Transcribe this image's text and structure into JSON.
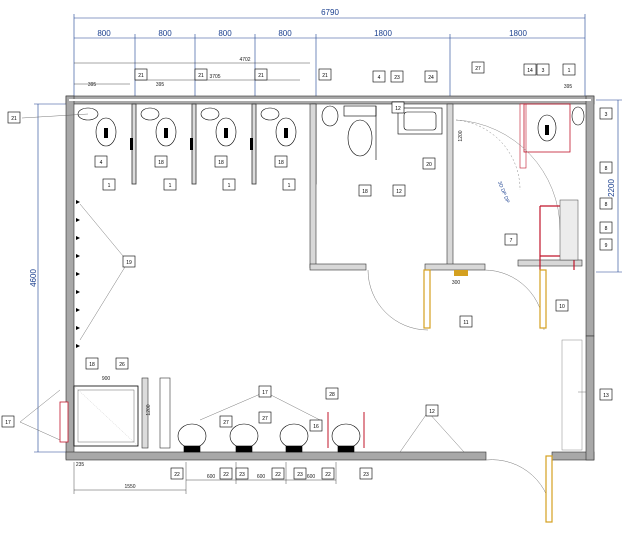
{
  "dimensions": {
    "total_width": "6790",
    "segments": [
      "800",
      "800",
      "800",
      "800",
      "1800",
      "1800"
    ],
    "overall_height": "4600",
    "right_height": "2200",
    "inner_width": "4702",
    "urinal_pitch_note": "3705",
    "small": [
      "395",
      "395",
      "395",
      "1550",
      "600",
      "600",
      "600",
      "235",
      "900",
      "1200",
      "1200",
      "300"
    ]
  },
  "tags": [
    "21",
    "21",
    "21",
    "21",
    "21",
    "4",
    "23",
    "24",
    "27",
    "14",
    "3",
    "1",
    "3",
    "4",
    "1",
    "18",
    "1",
    "18",
    "1",
    "18",
    "1",
    "18",
    "19",
    "12",
    "20",
    "8",
    "8",
    "8",
    "9",
    "7",
    "10",
    "11",
    "12",
    "13",
    "18",
    "26",
    "17",
    "27",
    "27",
    "28",
    "22",
    "22",
    "23",
    "22",
    "23",
    "22",
    "23",
    "12",
    "16",
    "17"
  ],
  "annotation": "3D DP DP",
  "colors": {
    "dimension": "#1a3f8f",
    "wall": "#9a9a9a",
    "door": "#d4a020",
    "accent": "#c0152a"
  }
}
